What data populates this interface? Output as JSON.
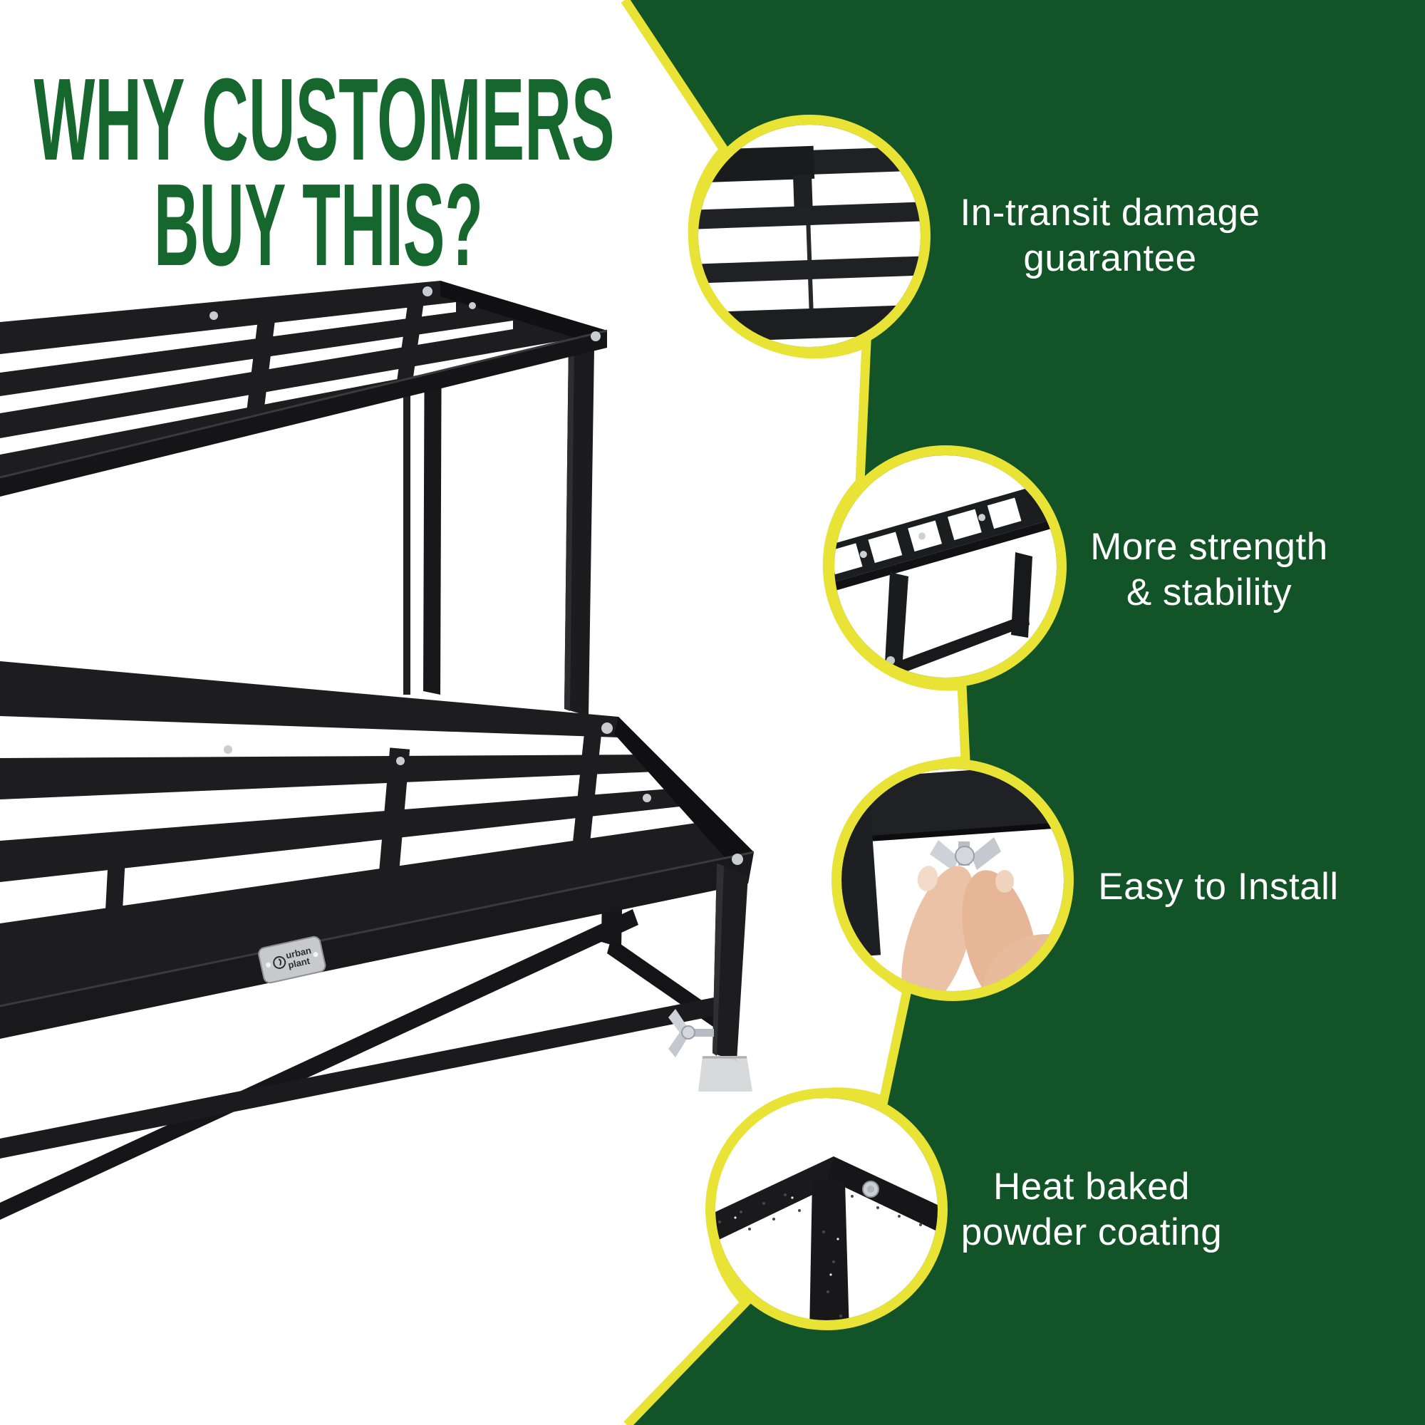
{
  "title": {
    "line1": "WHY CUSTOMERS",
    "line2": "BUY THIS?"
  },
  "features": [
    {
      "id": "in-transit-damage-guarantee",
      "label_lines": [
        "In-transit damage",
        "guarantee"
      ],
      "photo": "closeup-of-black-frame-slats"
    },
    {
      "id": "more-strength-stability",
      "label_lines": [
        "More strength",
        "& stability"
      ],
      "photo": "stand-corner-legs-and-brace"
    },
    {
      "id": "easy-to-install",
      "label_lines": [
        "Easy to Install"
      ],
      "photo": "fingers-tightening-wing-nut"
    },
    {
      "id": "heat-baked-powder-coating",
      "label_lines": [
        "Heat baked",
        "powder coating"
      ],
      "photo": "powder-coated-frame-corner-with-bolt"
    }
  ],
  "product": {
    "description": "black two-tier step plant stand",
    "brand_plate": {
      "line1": "urban",
      "line2": "plant"
    }
  },
  "colors": {
    "panel_green": "#135328",
    "title_green": "#15672e",
    "accent_yellow": "#e8e334",
    "metal_black": "#1c1c1f",
    "label_text": "#ffffff"
  }
}
